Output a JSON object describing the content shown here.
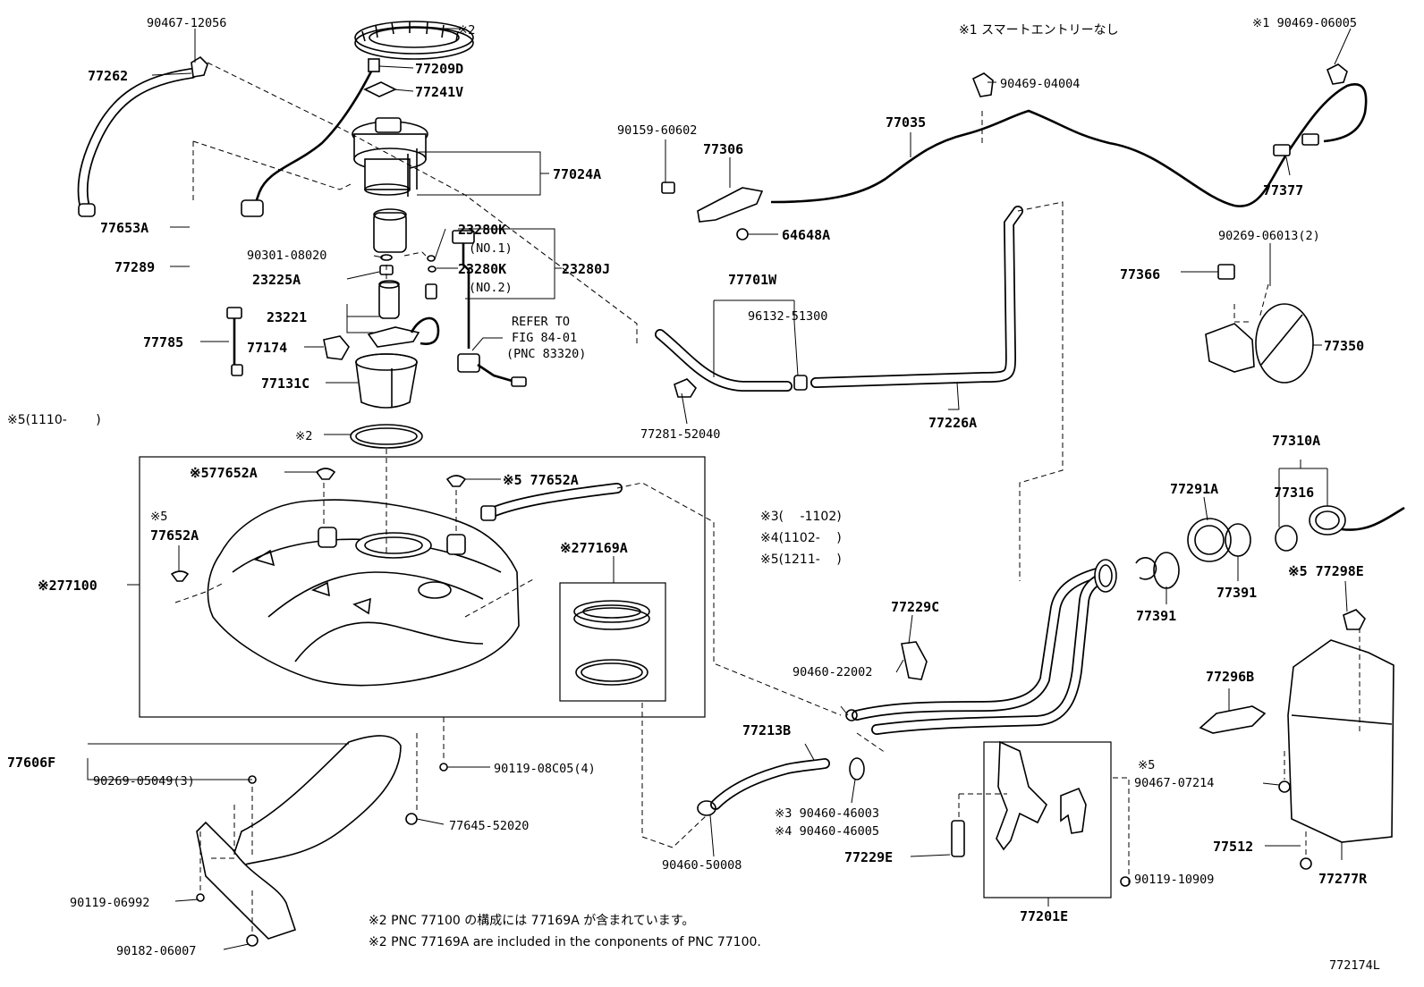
{
  "labels": {
    "p_90467_12056": "90467-12056",
    "p_77262": "77262",
    "p_x2_top": "※2",
    "p_77209D": "77209D",
    "p_77241V": "77241V",
    "p_77024A": "77024A",
    "p_77653A": "77653A",
    "p_77289": "77289",
    "p_23280K_1": "23280K",
    "p_no1": "(NO.1)",
    "p_90301_08020": "90301-08020",
    "p_23225A": "23225A",
    "p_23280K_2": "23280K",
    "p_no2": "(NO.2)",
    "p_23280J": "23280J",
    "p_23221": "23221",
    "p_refer1": "REFER TO",
    "p_refer2": "FIG 84-01",
    "p_refer3": "(PNC 83320)",
    "p_77785": "77785",
    "p_77174": "77174",
    "p_77131C": "77131C",
    "p_x5_1110": "※5(1110-　　 )",
    "p_x2_gasket": "※2",
    "p_x5_77652A_1": "※577652A",
    "p_x5_77652A_2": "※5 77652A",
    "p_x5_77652A_3a": "※5",
    "p_x5_77652A_3b": "77652A",
    "p_x2_77100": "※277100",
    "p_x2_77169A": "※277169A",
    "p_77606F": "77606F",
    "p_90269_05049": "90269-05049(3)",
    "p_90119_08C05": "90119-08C05(4)",
    "p_77645_52020": "77645-52020",
    "p_90119_06992": "90119-06992",
    "p_90182_06007": "90182-06007",
    "p_note_smart": "※1 スマートエントリーなし",
    "p_x1_90469_06005": "※1  90469-06005",
    "p_90469_04004": "90469-04004",
    "p_90159_60602": "90159-60602",
    "p_77306": "77306",
    "p_77035": "77035",
    "p_64648A": "64648A",
    "p_77377": "77377",
    "p_90269_06013": "90269-06013(2)",
    "p_77366": "77366",
    "p_77350": "77350",
    "p_77701W": "77701W",
    "p_96132_51300": "96132-51300",
    "p_77281_52040": "77281-52040",
    "p_77226A": "77226A",
    "p_x3": "※3(　 -1102)",
    "p_x4": "※4(1102-　 )",
    "p_x5_1211": "※5(1211-　 )",
    "p_77310A": "77310A",
    "p_77291A": "77291A",
    "p_77316": "77316",
    "p_77391_a": "77391",
    "p_77391_b": "77391",
    "p_x5_77298E": "※5 77298E",
    "p_77229C": "77229C",
    "p_90460_22002": "90460-22002",
    "p_77213B": "77213B",
    "p_x3_90460_46003": "※3 90460-46003",
    "p_x4_90460_46005": "※4 90460-46005",
    "p_90460_50008": "90460-50008",
    "p_77229E": "77229E",
    "p_77201E": "77201E",
    "p_77296B": "77296B",
    "p_x5_b": "※5",
    "p_90467_07214": "90467-07214",
    "p_77512": "77512",
    "p_77277R": "77277R",
    "p_90119_10909": "90119-10909",
    "p_note_jp": "※2 PNC 77100 の構成には 77169A が含まれています。",
    "p_note_en": "※2 PNC 77169A are included in the conponents of PNC 77100.",
    "p_fig_id": "772174L"
  }
}
